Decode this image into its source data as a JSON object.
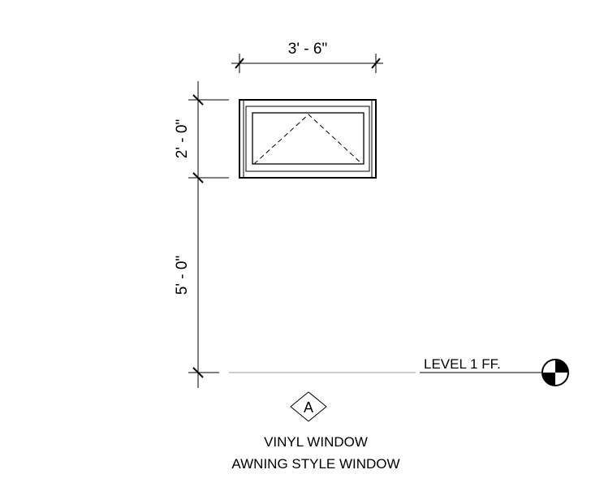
{
  "dimensions": {
    "width": "3' - 6\"",
    "head_height": "2' - 0\"",
    "sill_height": "5' - 0\""
  },
  "level": {
    "label": "LEVEL 1 FF."
  },
  "window_tag": {
    "letter": "A",
    "name_line1": "VINYL WINDOW",
    "name_line2": "AWNING STYLE WINDOW"
  },
  "colors": {
    "line": "#000000",
    "level_line": "#9a9a9a"
  }
}
